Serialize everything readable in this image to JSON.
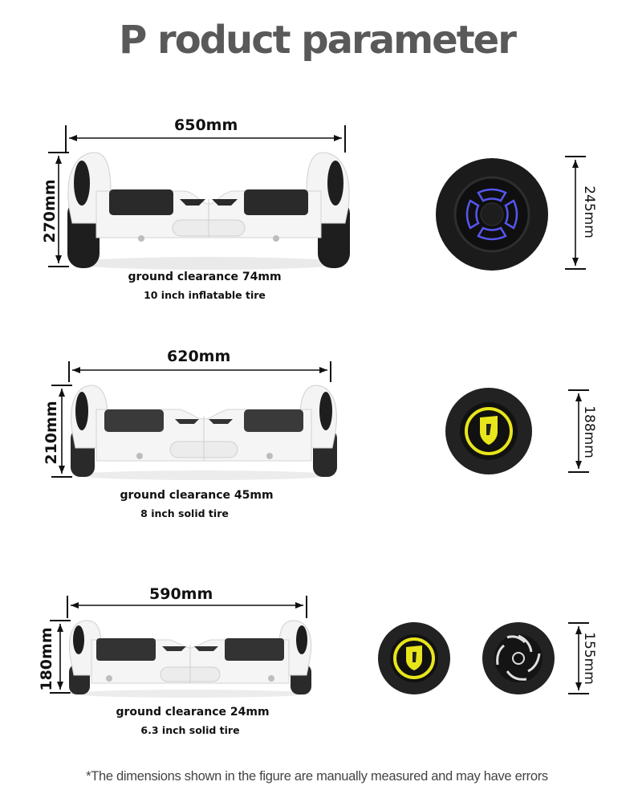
{
  "title": "P roduct parameter",
  "models": [
    {
      "width": "650mm",
      "height": "270mm",
      "ground_clearance": "ground clearance 74mm",
      "tire": "10 inch inflatable tire",
      "wheel_diameter": "245mm",
      "wheel_style": "blue-led-hub"
    },
    {
      "width": "620mm",
      "height": "210mm",
      "ground_clearance": "ground clearance 45mm",
      "tire": "8 inch solid tire",
      "wheel_diameter": "188mm",
      "wheel_style": "yellow-shield-hub"
    },
    {
      "width": "590mm",
      "height": "180mm",
      "ground_clearance": "ground clearance 24mm",
      "tire": "6.3 inch solid tire",
      "wheel_diameter": "155mm",
      "wheel_style": [
        "yellow-shield-hub",
        "silver-spoke-hub"
      ]
    }
  ],
  "footnote": "*The dimensions shown in the figure are manually measured and may have errors",
  "colors": {
    "title": "#595959",
    "board_body": "#f2f2f2",
    "tire": "#1c1c1c",
    "led_blue": "#4a4adf",
    "yellow_ring": "#e8e51a"
  }
}
